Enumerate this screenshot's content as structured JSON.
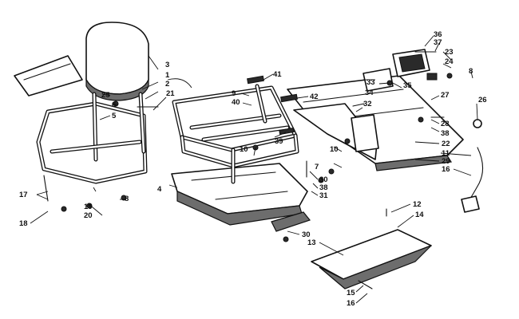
{
  "diagram": {
    "callouts": [
      "1",
      "2",
      "3",
      "4",
      "5",
      "6",
      "7",
      "8",
      "8",
      "9",
      "10",
      "10",
      "11",
      "12",
      "13",
      "14",
      "15",
      "16",
      "16",
      "17",
      "18",
      "19",
      "20",
      "21",
      "22",
      "23",
      "24",
      "25",
      "26",
      "27",
      "28",
      "29",
      "30",
      "30",
      "31",
      "32",
      "33",
      "34",
      "35",
      "36",
      "37",
      "38",
      "38",
      "39",
      "40",
      "41",
      "42"
    ]
  }
}
